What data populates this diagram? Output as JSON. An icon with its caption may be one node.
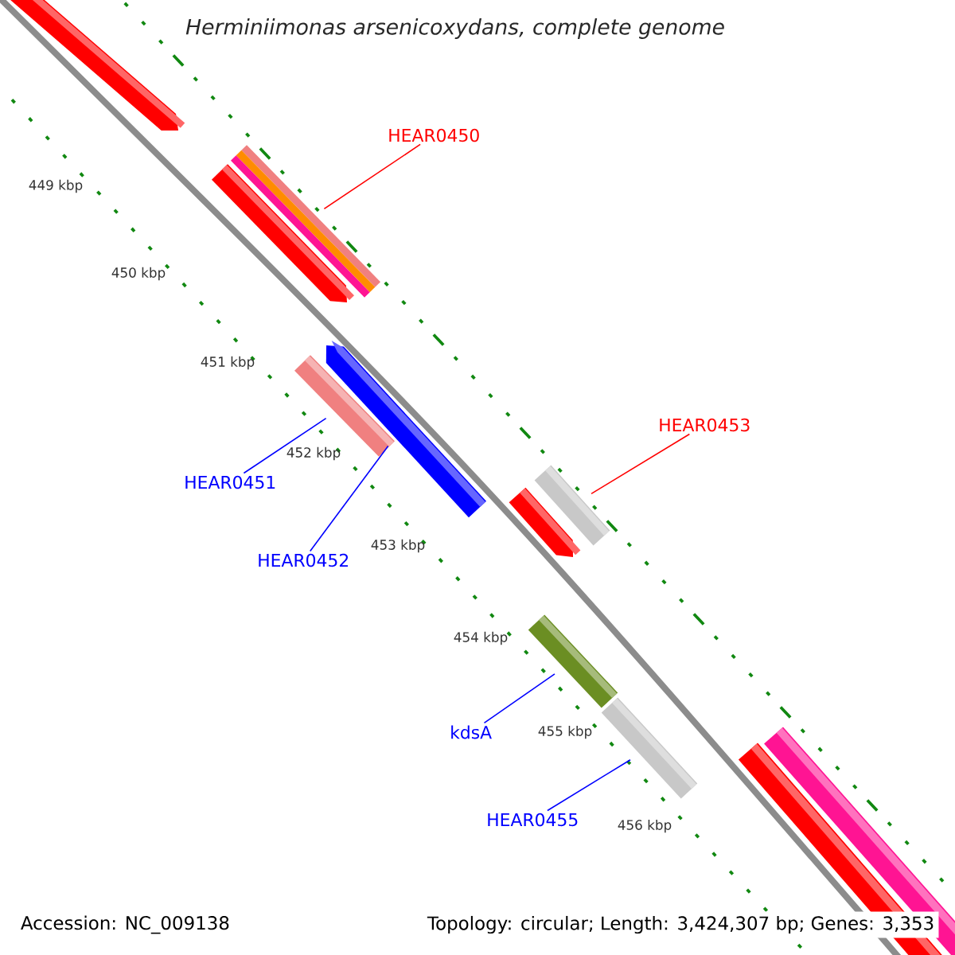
{
  "diagram": {
    "title": "Herminiimonas arsenicoxydans, complete genome",
    "nodes": [
      {
        "text": [
          "HEAR0450"
        ]
      },
      {
        "text": [],
        "shape": "bar"
      },
      {
        "text": [
          "HEAR0451"
        ]
      },
      {
        "text": [],
        "shape": "bar"
      },
      {
        "text": [
          "HEAR0452"
        ]
      },
      {
        "text": [],
        "shape": "arrow"
      },
      {
        "text": [
          "HEAR0453"
        ]
      },
      {
        "text": [],
        "shape": "bar"
      },
      {
        "text": [
          "kdsA"
        ]
      },
      {
        "text": [],
        "shape": "bar"
      },
      {
        "text": [
          "HEAR0455"
        ]
      },
      {
        "text": [],
        "shape": "bar"
      }
    ],
    "edges": [
      {
        "from": 0,
        "to": 1,
        "arrow": "none",
        "color": "#ff0000"
      },
      {
        "from": 2,
        "to": 3,
        "arrow": "none"
      },
      {
        "from": 4,
        "to": 5,
        "arrow": "none"
      },
      {
        "from": 6,
        "to": 7,
        "arrow": "none",
        "color": "#ff0000"
      },
      {
        "from": 8,
        "to": 9,
        "arrow": "none"
      },
      {
        "from": 10,
        "to": 11,
        "arrow": "none"
      }
    ],
    "labels": [
      "449 kbp",
      "450 kbp",
      "451 kbp",
      "452 kbp",
      "453 kbp",
      "454 kbp",
      "455 kbp",
      "456 kbp",
      "Accession: NC_009138",
      "Topology: circular; Length: 3,424,307 bp; Genes: 3,353"
    ]
  }
}
